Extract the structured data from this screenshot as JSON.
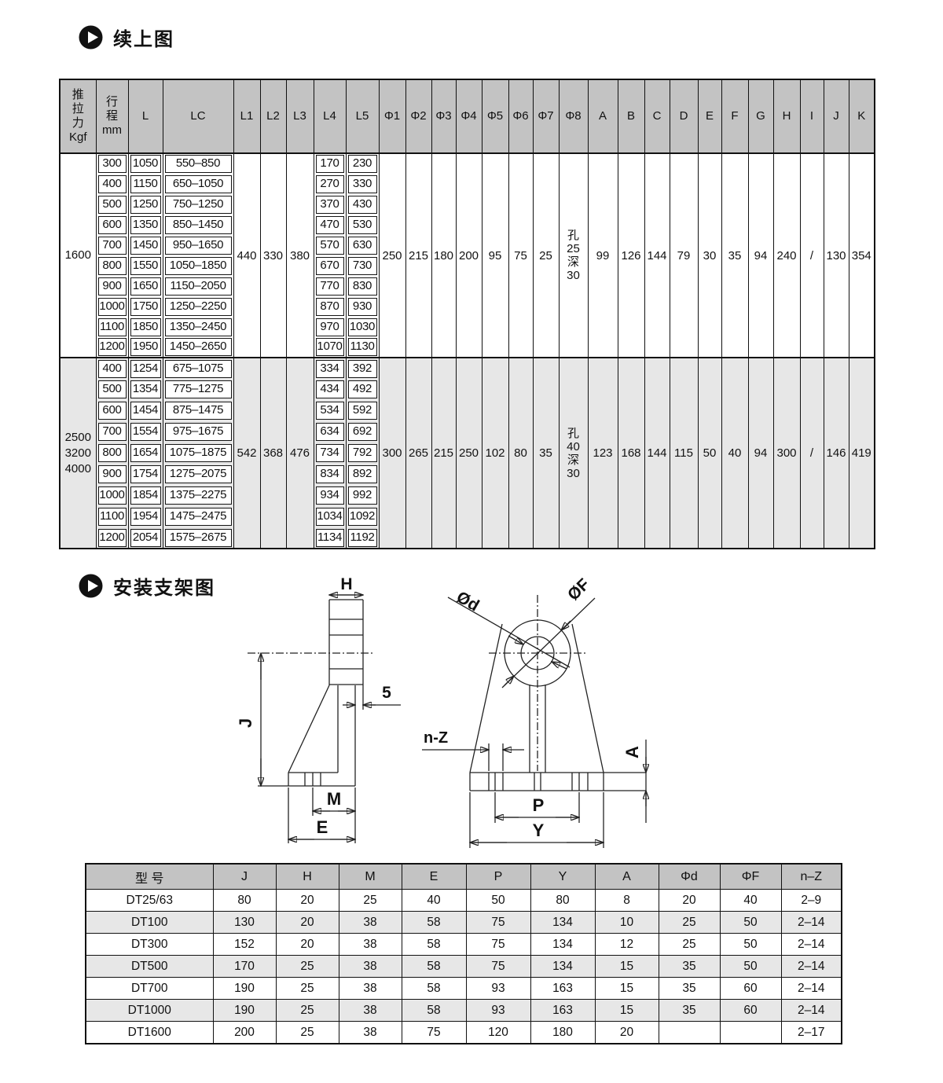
{
  "sections": {
    "continued_title": "续上图",
    "bracket_title": "安装支架图"
  },
  "main_table": {
    "headers": [
      "推\n拉\n力\nKgf",
      "行\n程\nmm",
      "L",
      "LC",
      "L1",
      "L2",
      "L3",
      "L4",
      "L5",
      "Φ1",
      "Φ2",
      "Φ3",
      "Φ4",
      "Φ5",
      "Φ6",
      "Φ7",
      "Φ8",
      "A",
      "B",
      "C",
      "D",
      "E",
      "F",
      "G",
      "H",
      "I",
      "J",
      "K"
    ],
    "blocks": [
      {
        "force": "1600",
        "L1": "440",
        "L2": "330",
        "L3": "380",
        "phi": [
          "250",
          "215",
          "180",
          "200",
          "95",
          "75",
          "25",
          "孔\n25\n深\n30"
        ],
        "letters": [
          "99",
          "126",
          "144",
          "79",
          "30",
          "35",
          "94",
          "240",
          "/",
          "130",
          "354"
        ],
        "rows": [
          {
            "stroke": "300",
            "L": "1050",
            "LC": "550–850",
            "L4": "170",
            "L5": "230"
          },
          {
            "stroke": "400",
            "L": "1150",
            "LC": "650–1050",
            "L4": "270",
            "L5": "330"
          },
          {
            "stroke": "500",
            "L": "1250",
            "LC": "750–1250",
            "L4": "370",
            "L5": "430"
          },
          {
            "stroke": "600",
            "L": "1350",
            "LC": "850–1450",
            "L4": "470",
            "L5": "530"
          },
          {
            "stroke": "700",
            "L": "1450",
            "LC": "950–1650",
            "L4": "570",
            "L5": "630"
          },
          {
            "stroke": "800",
            "L": "1550",
            "LC": "1050–1850",
            "L4": "670",
            "L5": "730"
          },
          {
            "stroke": "900",
            "L": "1650",
            "LC": "1150–2050",
            "L4": "770",
            "L5": "830"
          },
          {
            "stroke": "1000",
            "L": "1750",
            "LC": "1250–2250",
            "L4": "870",
            "L5": "930"
          },
          {
            "stroke": "1100",
            "L": "1850",
            "LC": "1350–2450",
            "L4": "970",
            "L5": "1030"
          },
          {
            "stroke": "1200",
            "L": "1950",
            "LC": "1450–2650",
            "L4": "1070",
            "L5": "1130"
          }
        ]
      },
      {
        "force": "2500\n3200\n4000",
        "L1": "542",
        "L2": "368",
        "L3": "476",
        "phi": [
          "300",
          "265",
          "215",
          "250",
          "102",
          "80",
          "35",
          "孔\n40\n深\n30"
        ],
        "letters": [
          "123",
          "168",
          "144",
          "115",
          "50",
          "40",
          "94",
          "300",
          "/",
          "146",
          "419"
        ],
        "rows": [
          {
            "stroke": "400",
            "L": "1254",
            "LC": "675–1075",
            "L4": "334",
            "L5": "392"
          },
          {
            "stroke": "500",
            "L": "1354",
            "LC": "775–1275",
            "L4": "434",
            "L5": "492"
          },
          {
            "stroke": "600",
            "L": "1454",
            "LC": "875–1475",
            "L4": "534",
            "L5": "592"
          },
          {
            "stroke": "700",
            "L": "1554",
            "LC": "975–1675",
            "L4": "634",
            "L5": "692"
          },
          {
            "stroke": "800",
            "L": "1654",
            "LC": "1075–1875",
            "L4": "734",
            "L5": "792"
          },
          {
            "stroke": "900",
            "L": "1754",
            "LC": "1275–2075",
            "L4": "834",
            "L5": "892"
          },
          {
            "stroke": "1000",
            "L": "1854",
            "LC": "1375–2275",
            "L4": "934",
            "L5": "992"
          },
          {
            "stroke": "1100",
            "L": "1954",
            "LC": "1475–2475",
            "L4": "1034",
            "L5": "1092"
          },
          {
            "stroke": "1200",
            "L": "2054",
            "LC": "1575–2675",
            "L4": "1134",
            "L5": "1192"
          }
        ]
      }
    ]
  },
  "diagram": {
    "side_view": {
      "H": "H",
      "plate": "5",
      "J": "J",
      "M": "M",
      "E": "E"
    },
    "front_view": {
      "d": "Ød",
      "F": "ØF",
      "nZ": "n-Z",
      "A": "A",
      "P": "P",
      "Y": "Y"
    }
  },
  "bracket_table": {
    "headers": [
      "型 号",
      "J",
      "H",
      "M",
      "E",
      "P",
      "Y",
      "A",
      "Φd",
      "ΦF",
      "n–Z"
    ],
    "rows": [
      [
        "DT25/63",
        "80",
        "20",
        "25",
        "40",
        "50",
        "80",
        "8",
        "20",
        "40",
        "2–9"
      ],
      [
        "DT100",
        "130",
        "20",
        "38",
        "58",
        "75",
        "134",
        "10",
        "25",
        "50",
        "2–14"
      ],
      [
        "DT300",
        "152",
        "20",
        "38",
        "58",
        "75",
        "134",
        "12",
        "25",
        "50",
        "2–14"
      ],
      [
        "DT500",
        "170",
        "25",
        "38",
        "58",
        "75",
        "134",
        "15",
        "35",
        "50",
        "2–14"
      ],
      [
        "DT700",
        "190",
        "25",
        "38",
        "58",
        "93",
        "163",
        "15",
        "35",
        "60",
        "2–14"
      ],
      [
        "DT1000",
        "190",
        "25",
        "38",
        "58",
        "93",
        "163",
        "15",
        "35",
        "60",
        "2–14"
      ],
      [
        "DT1600",
        "200",
        "25",
        "38",
        "75",
        "120",
        "180",
        "20",
        "",
        "",
        "2–17"
      ]
    ]
  },
  "colors": {
    "header_bg": "#c3c3c3",
    "band_bg": "#e7e7e7",
    "border": "#111111",
    "page_bg": "#ffffff"
  }
}
